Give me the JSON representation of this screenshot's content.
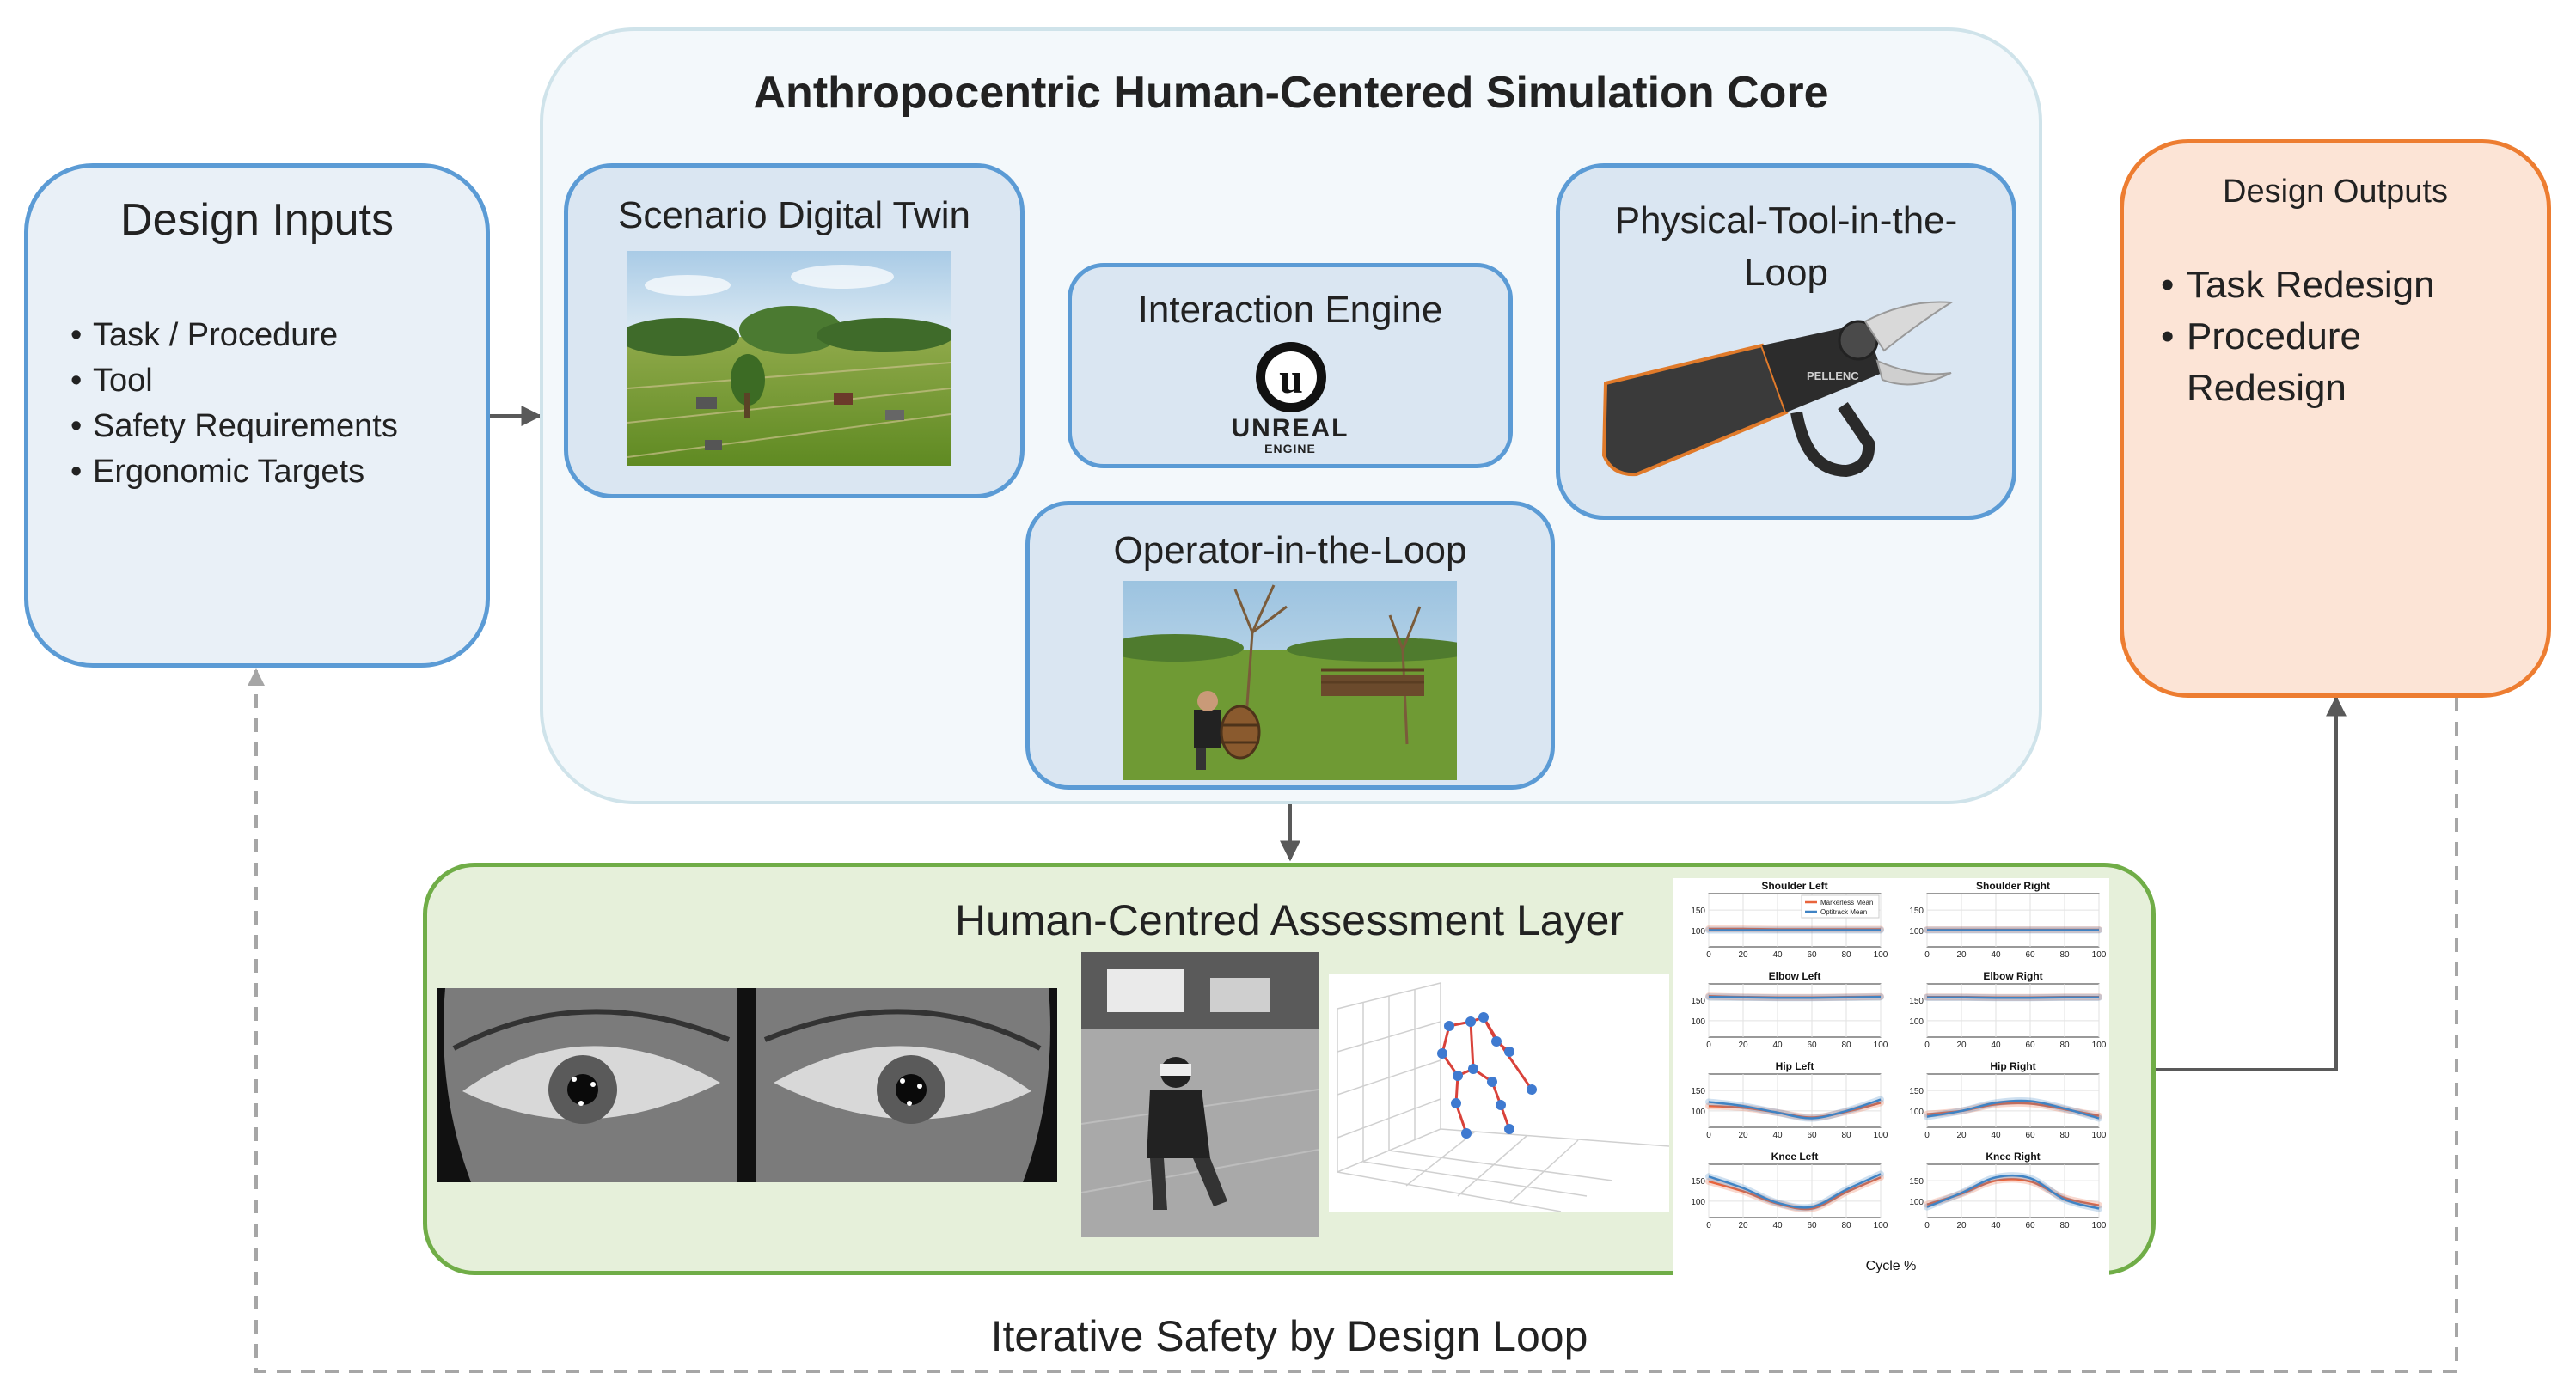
{
  "core": {
    "title": "Anthropocentric Human-Centered Simulation Core"
  },
  "design_inputs": {
    "title": "Design Inputs",
    "items": [
      "Task / Procedure",
      "Tool",
      "Safety Requirements",
      "Ergonomic Targets"
    ]
  },
  "design_outputs": {
    "title": "Design Outputs",
    "items": [
      "Task Redesign",
      "Procedure Redesign"
    ]
  },
  "scenario_twin": {
    "title": "Scenario Digital Twin"
  },
  "interaction_engine": {
    "title": "Interaction Engine",
    "logo_line1": "UNREAL",
    "logo_line2": "ENGINE"
  },
  "physical_tool": {
    "title": "Physical-Tool-in-the-Loop",
    "brand": "PELLENC"
  },
  "operator": {
    "title": "Operator-in-the-Loop"
  },
  "assessment": {
    "title": "Human-Centred Assessment Layer"
  },
  "loop_label": "Iterative Safety by Design Loop",
  "colors": {
    "core_border": "#cfe3ea",
    "core_fill": "#f3f8fb",
    "blue_border": "#5b9bd5",
    "blue_fill": "#dae6f2",
    "input_fill": "#e9f0f7",
    "orange_border": "#ed7d31",
    "orange_fill": "#fce4d6",
    "green_border": "#70ad47",
    "green_fill": "#e6f0da",
    "arrow": "#595959",
    "loop_dash": "#a6a6a6"
  },
  "chart_data": {
    "type": "line",
    "xlabel": "Cycle %",
    "legend": [
      "Markerless Mean",
      "Optitrack Mean"
    ],
    "series_colors": [
      "#e8643c",
      "#3f83c4"
    ],
    "x_ticks": [
      0,
      20,
      40,
      60,
      80,
      100
    ],
    "panels": [
      {
        "title": "Shoulder Left",
        "y_ticks": [
          100,
          150
        ],
        "ylim": [
          60,
          190
        ],
        "series": [
          [
            104,
            104,
            103,
            103,
            103,
            103
          ],
          [
            101,
            101,
            101,
            101,
            101,
            101
          ]
        ]
      },
      {
        "title": "Shoulder Right",
        "y_ticks": [
          100,
          150
        ],
        "ylim": [
          60,
          190
        ],
        "series": [
          [
            102,
            102,
            102,
            102,
            102,
            102
          ],
          [
            101,
            101,
            101,
            101,
            101,
            101
          ]
        ]
      },
      {
        "title": "Elbow Left",
        "y_ticks": [
          100,
          150
        ],
        "ylim": [
          60,
          190
        ],
        "series": [
          [
            160,
            158,
            157,
            157,
            158,
            159
          ],
          [
            158,
            157,
            156,
            156,
            157,
            158
          ]
        ]
      },
      {
        "title": "Elbow Right",
        "y_ticks": [
          100,
          150
        ],
        "ylim": [
          60,
          190
        ],
        "series": [
          [
            158,
            158,
            157,
            157,
            158,
            158
          ],
          [
            157,
            157,
            156,
            156,
            157,
            157
          ]
        ]
      },
      {
        "title": "Hip Left",
        "y_ticks": [
          100,
          150
        ],
        "ylim": [
          60,
          190
        ],
        "series": [
          [
            112,
            108,
            96,
            84,
            98,
            120
          ],
          [
            122,
            112,
            96,
            82,
            100,
            128
          ]
        ]
      },
      {
        "title": "Hip Right",
        "y_ticks": [
          100,
          150
        ],
        "ylim": [
          60,
          190
        ],
        "series": [
          [
            92,
            100,
            116,
            118,
            104,
            88
          ],
          [
            86,
            100,
            120,
            124,
            106,
            82
          ]
        ]
      },
      {
        "title": "Knee Left",
        "y_ticks": [
          100,
          150
        ],
        "ylim": [
          60,
          190
        ],
        "series": [
          [
            148,
            124,
            94,
            82,
            122,
            158
          ],
          [
            160,
            132,
            96,
            86,
            128,
            166
          ]
        ]
      },
      {
        "title": "Knee Right",
        "y_ticks": [
          100,
          150
        ],
        "ylim": [
          60,
          190
        ],
        "series": [
          [
            92,
            118,
            150,
            148,
            108,
            90
          ],
          [
            86,
            120,
            158,
            156,
            104,
            82
          ]
        ]
      }
    ]
  }
}
